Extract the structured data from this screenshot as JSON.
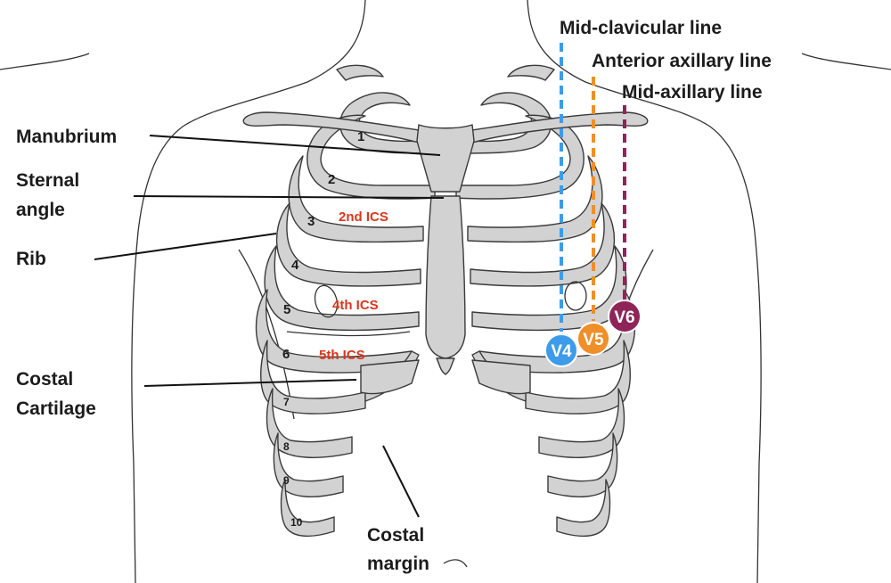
{
  "labels": {
    "manubrium": "Manubrium",
    "sternal_angle_1": "Sternal",
    "sternal_angle_2": "angle",
    "rib": "Rib",
    "costal_cartilage_1": "Costal",
    "costal_cartilage_2": "Cartilage",
    "costal_margin_1": "Costal",
    "costal_margin_2": "margin"
  },
  "lines": {
    "mid_clavicular": {
      "label": "Mid-clavicular line",
      "color": "#3d9be9"
    },
    "anterior_axillary": {
      "label": "Anterior axillary line",
      "color": "#ef8f2a"
    },
    "mid_axillary": {
      "label": "Mid-axillary line",
      "color": "#8e2457"
    }
  },
  "ics": {
    "second": "2nd ICS",
    "fourth": "4th ICS",
    "fifth": "5th ICS"
  },
  "rib_numbers": [
    "1",
    "2",
    "3",
    "4",
    "5",
    "6",
    "7",
    "8",
    "9",
    "10"
  ],
  "electrodes": [
    {
      "label": "V4",
      "color": "#3d9be9"
    },
    {
      "label": "V5",
      "color": "#ef8f2a"
    },
    {
      "label": "V6",
      "color": "#8e2457"
    }
  ]
}
